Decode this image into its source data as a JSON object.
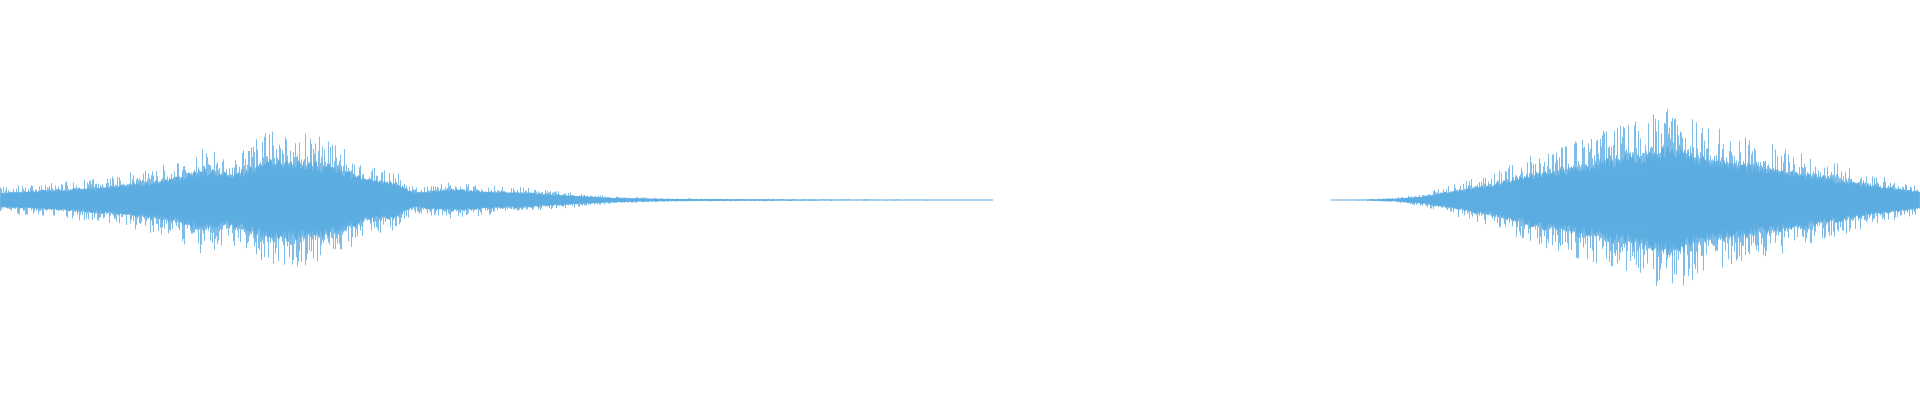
{
  "waveform": {
    "color": "#5dade2",
    "background": "#ffffff",
    "segments": [
      {
        "name": "left-clip",
        "start": 0.0,
        "end": 0.517,
        "envelope": [
          [
            0.0,
            0.09
          ],
          [
            0.03,
            0.12
          ],
          [
            0.06,
            0.17
          ],
          [
            0.09,
            0.26
          ],
          [
            0.105,
            0.37
          ],
          [
            0.12,
            0.3
          ],
          [
            0.138,
            0.47
          ],
          [
            0.15,
            0.46
          ],
          [
            0.16,
            0.45
          ],
          [
            0.175,
            0.41
          ],
          [
            0.19,
            0.24
          ],
          [
            0.205,
            0.21
          ],
          [
            0.215,
            0.09
          ],
          [
            0.235,
            0.13
          ],
          [
            0.255,
            0.1
          ],
          [
            0.275,
            0.09
          ],
          [
            0.285,
            0.07
          ],
          [
            0.3,
            0.05
          ],
          [
            0.32,
            0.025
          ],
          [
            0.35,
            0.012
          ],
          [
            0.4,
            0.008
          ],
          [
            0.45,
            0.006
          ],
          [
            0.5,
            0.004
          ],
          [
            0.517,
            0.003
          ]
        ]
      },
      {
        "name": "right-clip",
        "start": 0.693,
        "end": 1.0,
        "envelope": [
          [
            0.693,
            0.003
          ],
          [
            0.71,
            0.006
          ],
          [
            0.725,
            0.015
          ],
          [
            0.74,
            0.04
          ],
          [
            0.76,
            0.12
          ],
          [
            0.78,
            0.2
          ],
          [
            0.8,
            0.32
          ],
          [
            0.825,
            0.43
          ],
          [
            0.845,
            0.52
          ],
          [
            0.86,
            0.58
          ],
          [
            0.87,
            0.65
          ],
          [
            0.88,
            0.56
          ],
          [
            0.9,
            0.47
          ],
          [
            0.92,
            0.4
          ],
          [
            0.94,
            0.32
          ],
          [
            0.96,
            0.24
          ],
          [
            0.98,
            0.16
          ],
          [
            1.0,
            0.1
          ]
        ]
      }
    ]
  }
}
